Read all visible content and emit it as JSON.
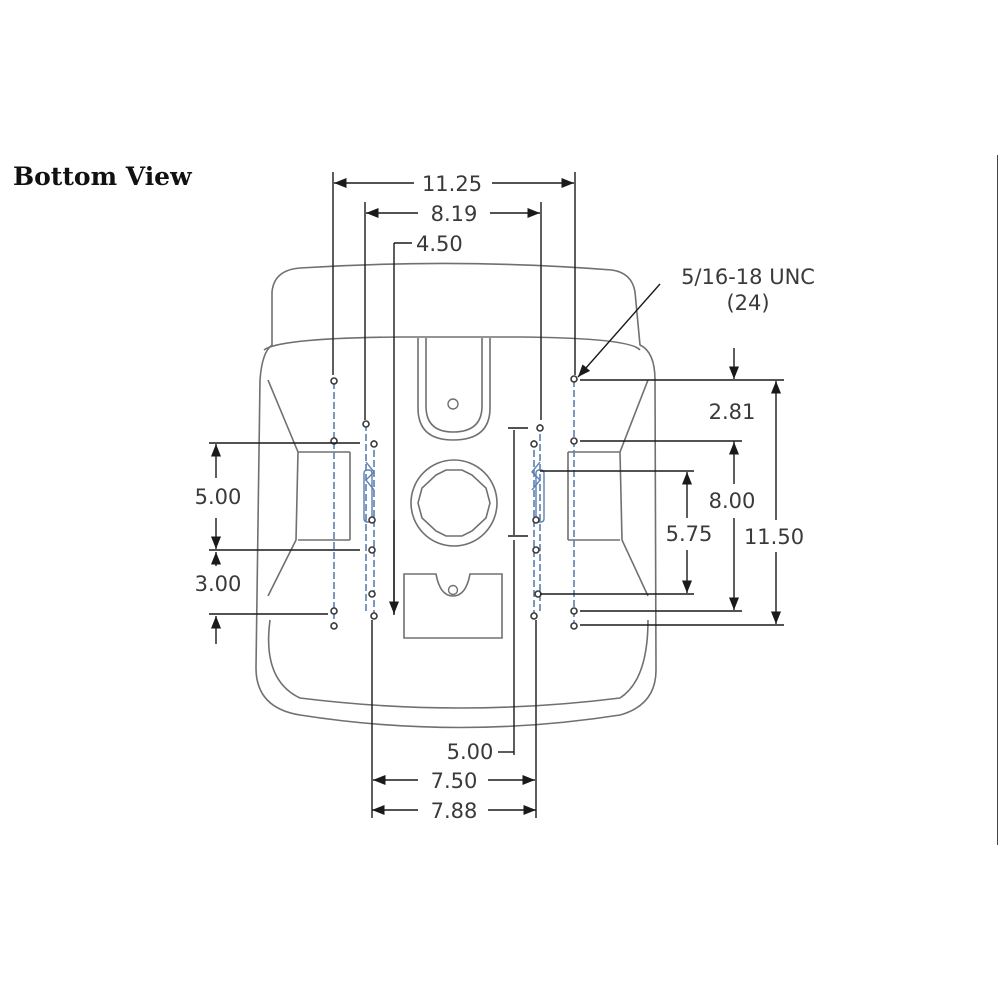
{
  "title": "Bottom View",
  "thread_callout": {
    "line1": "5/16-18 UNC",
    "line2": "(24)"
  },
  "dimensions": {
    "top_overall": "11.25",
    "top_inner": "8.19",
    "top_offset": "4.50",
    "left_upper": "5.00",
    "left_lower": "3.00",
    "right_small": "2.81",
    "right_mid": "8.00",
    "right_inner": "5.75",
    "right_overall": "11.50",
    "bottom_offset": "5.00",
    "bottom_inner": "7.50",
    "bottom_overall": "7.88"
  },
  "colors": {
    "line": "#1a1a1a",
    "outline": "#6e6e6e",
    "hole_axis": "#5a7fb0",
    "text": "#3a3a3a"
  }
}
